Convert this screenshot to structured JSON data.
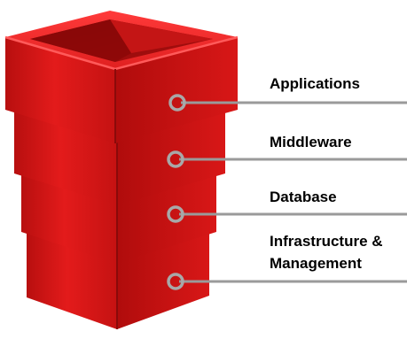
{
  "diagram": {
    "layers": [
      {
        "id": "applications",
        "label": "Applications"
      },
      {
        "id": "middleware",
        "label": "Middleware"
      },
      {
        "id": "database",
        "label": "Database"
      },
      {
        "id": "infrastructure",
        "label_line1": "Infrastructure &",
        "label_line2": "Management"
      }
    ],
    "colors": {
      "block_light": "#ea1e1e",
      "block_mid": "#d01414",
      "block_dark": "#a00c0c",
      "block_shadow": "#7a0808",
      "connector": "#9a9a9a",
      "label_text": "#000000"
    }
  }
}
